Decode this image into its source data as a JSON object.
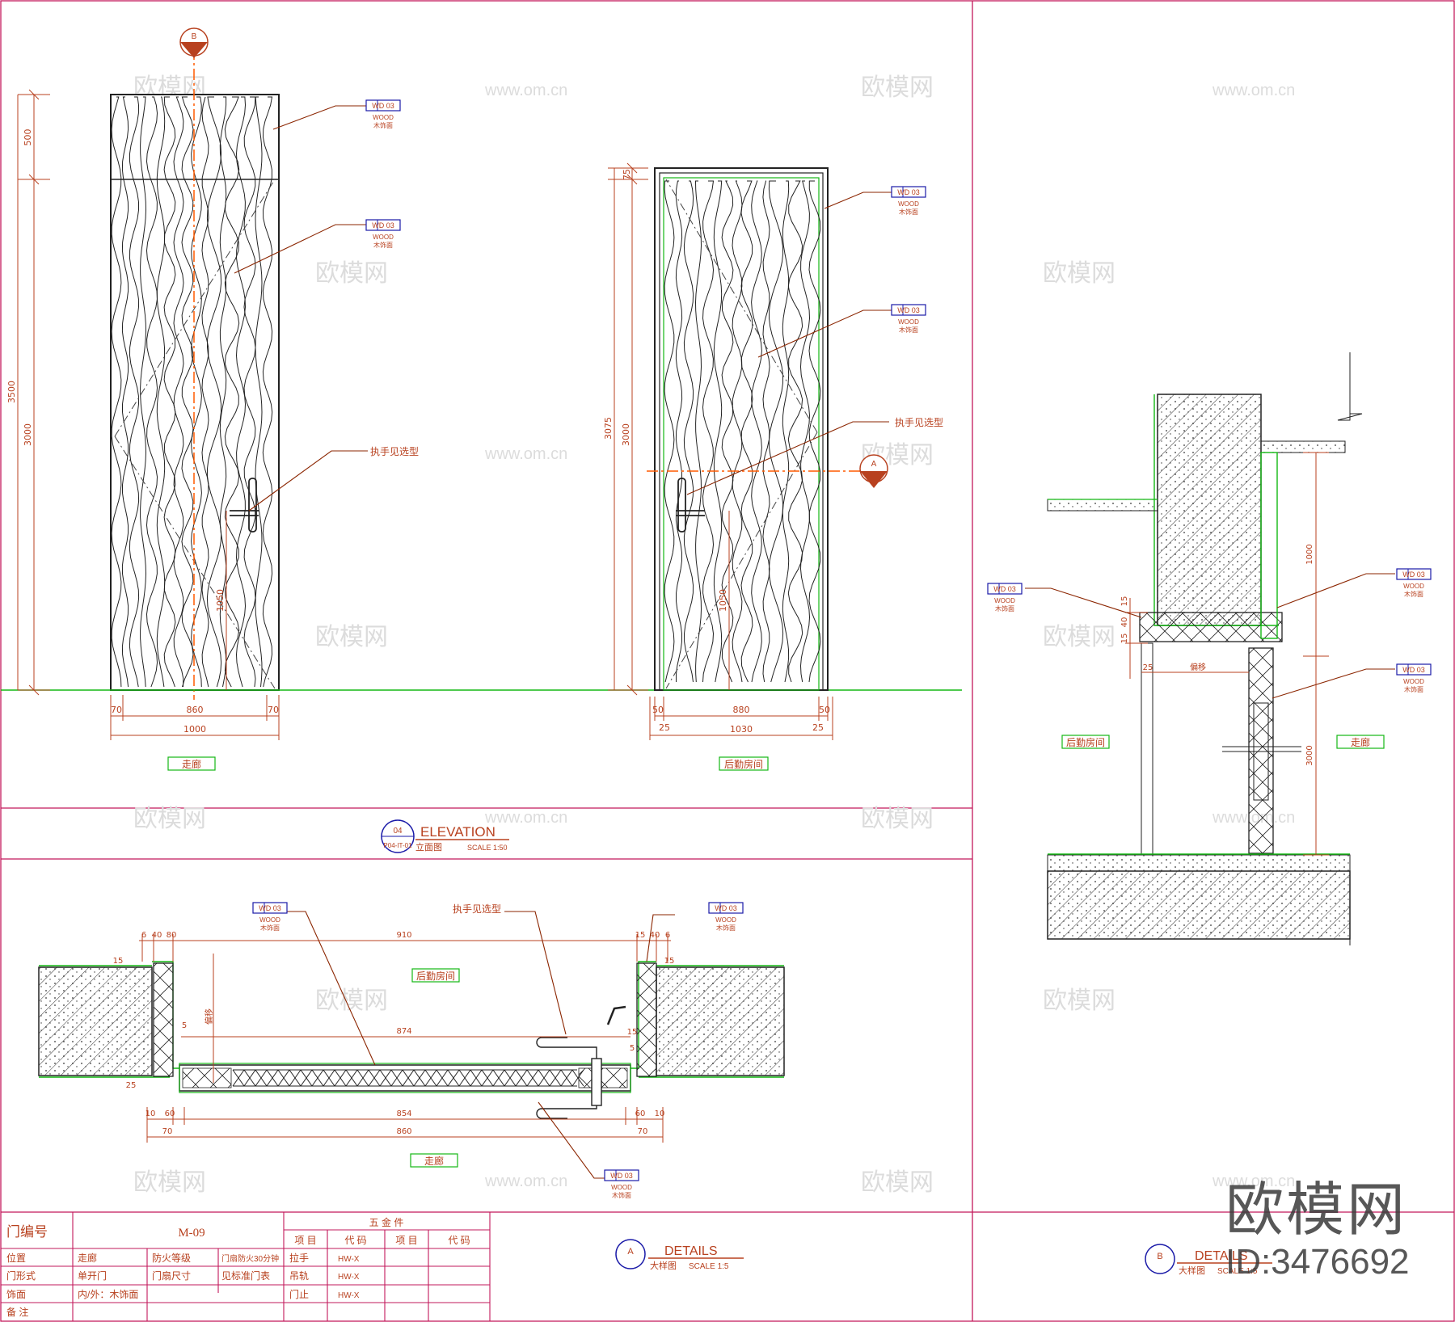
{
  "colors": {
    "frame": "#c2185b",
    "dim": "#b8411f",
    "leader": "#8b2500",
    "tag": "#1a1aa8",
    "ground": "#14b814",
    "room": "#14b814",
    "wood": "#1a1a1a",
    "center": "#ff5a00",
    "watermark": "#d9d9d9"
  },
  "material_tag": {
    "code": "WD 03",
    "name_en": "WOOD",
    "name_cn": "木饰面"
  },
  "notes": {
    "handle": "执手见选型"
  },
  "elevation_left": {
    "dims_v": {
      "total": "3500",
      "top": "500",
      "door": "3000",
      "handle": "1050"
    },
    "dims_h": {
      "side_l": "70",
      "leaf": "860",
      "side_r": "70",
      "total": "1000"
    },
    "room": "走廊",
    "marker": "B"
  },
  "elevation_right": {
    "dims_v": {
      "top": "75",
      "total": "3075",
      "door": "3000",
      "handle": "1050"
    },
    "dims_h": {
      "side_l": "50",
      "leaf": "880",
      "side_r": "50",
      "off_l": "25",
      "total": "1030",
      "off_r": "25"
    },
    "room": "后勤房间",
    "marker": "A"
  },
  "elevation_title": {
    "num": "04",
    "ref": "P04-IT-01",
    "title": "ELEVATION",
    "subtitle": "立面图",
    "scale": "SCALE  1:50"
  },
  "plan": {
    "room_top": "后勤房间",
    "room_bottom": "走廊",
    "dims_top_l": [
      "6",
      "40",
      "80"
    ],
    "dims_top_c": "910",
    "dims_top_r": [
      "15",
      "40",
      "6"
    ],
    "dim_inner": "874",
    "dims_bot_1": [
      "10",
      "60",
      "854",
      "60",
      "10"
    ],
    "dims_bot_2": [
      "70",
      "860",
      "70"
    ],
    "small_l": [
      "15",
      "5",
      "25"
    ],
    "small_r": [
      "15",
      "15",
      "5"
    ],
    "mid_label": "偏移"
  },
  "details_a": {
    "marker": "A",
    "title": "DETAILS",
    "subtitle": "大样图",
    "scale": "SCALE  1:5"
  },
  "section_b": {
    "room_left": "后勤房间",
    "room_right": "走廊",
    "dim_upper": "1000",
    "dim_lower": "3000",
    "label_mid": "偏移",
    "dims_small": [
      "15",
      "40",
      "15",
      "25"
    ]
  },
  "details_b": {
    "marker": "B",
    "title": "DETAILS",
    "subtitle": "大样图",
    "scale": "SCALE  1:5"
  },
  "table": {
    "door_no_label": "门编号",
    "door_no": "M-09",
    "hardware_title": "五    金    件",
    "head": [
      "项 目",
      "代 码",
      "项 目",
      "代 码"
    ],
    "rows": [
      {
        "k1": "位置",
        "v1": "走廊",
        "k2": "防火等级",
        "v2": "门扇防火30分钟",
        "hk": "拉手",
        "hv": "HW-X"
      },
      {
        "k1": "门形式",
        "v1": "单开门",
        "k2": "门扇尺寸",
        "v2": "见标准门表",
        "hk": "吊轨",
        "hv": "HW-X"
      },
      {
        "k1": "饰面",
        "v1": "内/外：木饰面",
        "k2": "",
        "v2": "",
        "hk": "门止",
        "hv": "HW-X"
      },
      {
        "k1": "备  注",
        "v1": "",
        "k2": "",
        "v2": "",
        "hk": "",
        "hv": ""
      }
    ]
  },
  "watermark": {
    "cn": "欧模网",
    "url": "www.om.cn",
    "big": "欧模网",
    "id": "ID:3476692"
  }
}
